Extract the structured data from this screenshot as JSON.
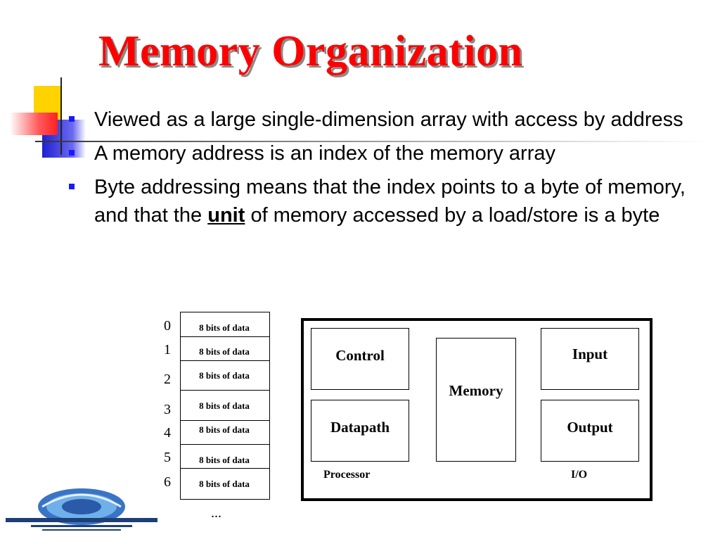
{
  "title": "Memory Organization",
  "bullets": [
    {
      "text": "Viewed as a large single-dimension array with access by address"
    },
    {
      "text": "A memory address is an index of the memory array"
    },
    {
      "pre": "Byte addressing means that the index points to a byte of memory, and that the ",
      "emph": "unit",
      "post": " of memory accessed by a load/store is a byte"
    }
  ],
  "memory_array": {
    "indices": [
      "0",
      "1",
      "2",
      "3",
      "4",
      "5",
      "6"
    ],
    "cells": [
      "8 bits of data",
      "8 bits of data",
      "8 bits of data",
      "8 bits of data",
      "8 bits of data",
      "8 bits of data",
      "8 bits of data"
    ],
    "ellipsis": "..."
  },
  "system_diagram": {
    "control": "Control",
    "datapath": "Datapath",
    "memory": "Memory",
    "input": "Input",
    "output": "Output",
    "processor_label": "Processor",
    "io_label": "I/O"
  },
  "logo": {
    "icon": "university-logo-icon"
  },
  "colors": {
    "title": "#ff0000",
    "bullet": "#1a1aff",
    "deco_yellow": "#ffd200",
    "deco_red": "#ff3a3a",
    "deco_blue": "#2828d8"
  }
}
